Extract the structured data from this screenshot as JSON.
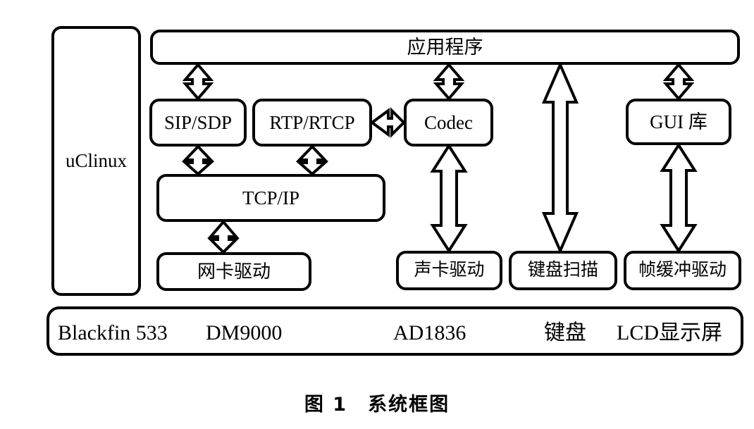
{
  "figure": {
    "caption": "图 1　系统框图",
    "background_color": "#ffffff",
    "line_color": "#000000"
  },
  "os": {
    "label": "uClinux"
  },
  "layers": {
    "application": {
      "label": "应用程序"
    },
    "middleware": [
      {
        "id": "sip-sdp",
        "label": "SIP/SDP"
      },
      {
        "id": "rtp-rtcp",
        "label": "RTP/RTCP"
      },
      {
        "id": "codec",
        "label": "Codec"
      },
      {
        "id": "gui-lib",
        "label": "GUI 库"
      }
    ],
    "protocol": {
      "label": "TCP/IP"
    },
    "drivers": [
      {
        "id": "net-driver",
        "label": "网卡驱动"
      },
      {
        "id": "sound-driver",
        "label": "声卡驱动"
      },
      {
        "id": "keyboard-scan",
        "label": "键盘扫描"
      },
      {
        "id": "framebuffer-driver",
        "label": "帧缓冲驱动"
      }
    ],
    "hardware": {
      "items": [
        "Blackfin 533",
        "DM9000",
        "AD1836",
        "键盘",
        "LCD显示屏"
      ]
    }
  },
  "connections": [
    {
      "from": "application",
      "to": "sip-sdp",
      "style": "double-headed-vertical"
    },
    {
      "from": "application",
      "to": "codec",
      "style": "double-headed-vertical"
    },
    {
      "from": "application",
      "to": "keyboard-scan",
      "style": "double-headed-vertical-long"
    },
    {
      "from": "application",
      "to": "gui-lib",
      "style": "double-headed-vertical"
    },
    {
      "from": "sip-sdp",
      "to": "tcp-ip",
      "style": "double-headed-vertical"
    },
    {
      "from": "rtp-rtcp",
      "to": "tcp-ip",
      "style": "double-headed-vertical"
    },
    {
      "from": "rtp-rtcp",
      "to": "codec",
      "style": "double-headed-horizontal"
    },
    {
      "from": "tcp-ip",
      "to": "net-driver",
      "style": "double-headed-vertical"
    },
    {
      "from": "codec",
      "to": "sound-driver",
      "style": "double-headed-vertical"
    },
    {
      "from": "gui-lib",
      "to": "framebuffer-driver",
      "style": "double-headed-vertical"
    }
  ]
}
